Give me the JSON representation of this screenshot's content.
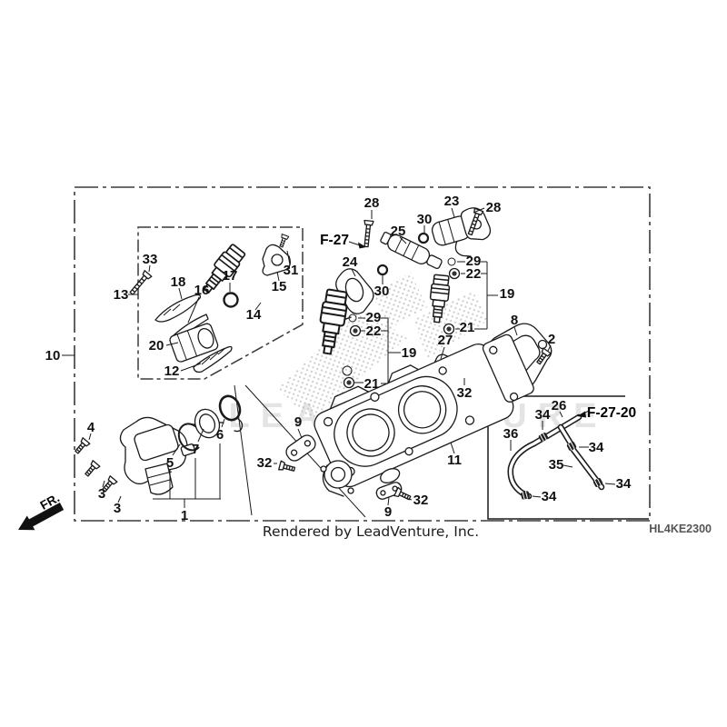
{
  "diagram": {
    "code": "HL4KE2300",
    "footer_credit": "Rendered by LeadVenture, Inc.",
    "direction_indicator": "FR.",
    "watermark": "LEADVENTURE",
    "colors": {
      "line": "#1a1a1a",
      "halftone_dot": "#9a9a9a",
      "watermark_text": "#cfcfcf",
      "background": "#ffffff"
    },
    "callouts": [
      {
        "text": "10"
      },
      {
        "text": "13"
      },
      {
        "text": "33"
      },
      {
        "text": "18"
      },
      {
        "text": "16"
      },
      {
        "text": "17"
      },
      {
        "text": "14"
      },
      {
        "text": "15"
      },
      {
        "text": "31"
      },
      {
        "text": "20"
      },
      {
        "text": "12"
      },
      {
        "text": "28"
      },
      {
        "text": "F-27"
      },
      {
        "text": "25"
      },
      {
        "text": "30"
      },
      {
        "text": "23"
      },
      {
        "text": "28"
      },
      {
        "text": "24"
      },
      {
        "text": "30"
      },
      {
        "text": "29"
      },
      {
        "text": "22"
      },
      {
        "text": "19"
      },
      {
        "text": "21"
      },
      {
        "text": "8"
      },
      {
        "text": "2"
      },
      {
        "text": "29"
      },
      {
        "text": "22"
      },
      {
        "text": "19"
      },
      {
        "text": "21"
      },
      {
        "text": "27"
      },
      {
        "text": "32"
      },
      {
        "text": "9"
      },
      {
        "text": "32"
      },
      {
        "text": "11"
      },
      {
        "text": "9"
      },
      {
        "text": "32"
      },
      {
        "text": "4"
      },
      {
        "text": "3"
      },
      {
        "text": "3"
      },
      {
        "text": "5"
      },
      {
        "text": "7"
      },
      {
        "text": "6"
      },
      {
        "text": "1"
      },
      {
        "text": "26"
      },
      {
        "text": "34"
      },
      {
        "text": "F-27-20"
      },
      {
        "text": "36"
      },
      {
        "text": "34"
      },
      {
        "text": "35"
      },
      {
        "text": "34"
      },
      {
        "text": "34"
      }
    ]
  }
}
